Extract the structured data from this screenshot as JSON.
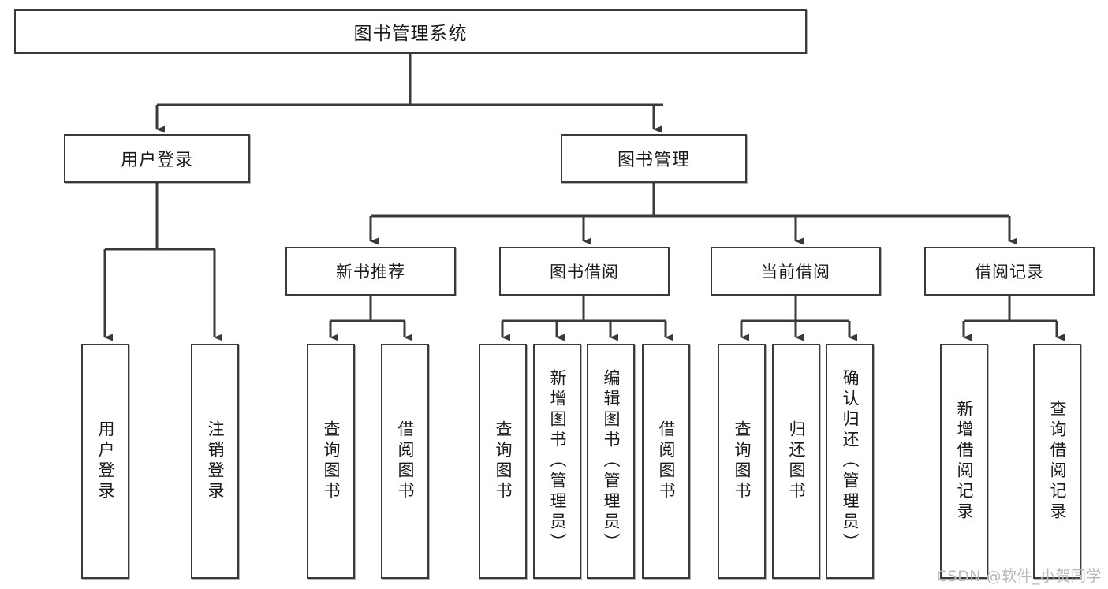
{
  "diagram": {
    "title": "图书管理系统",
    "type": "tree",
    "root": {
      "id": "root",
      "label": "图书管理系统"
    },
    "level2": [
      {
        "id": "user-login",
        "label": "用户登录"
      },
      {
        "id": "book-manage",
        "label": "图书管理"
      }
    ],
    "level3": [
      {
        "id": "new-book-recommend",
        "label": "新书推荐",
        "parent": "book-manage"
      },
      {
        "id": "book-borrow",
        "label": "图书借阅",
        "parent": "book-manage"
      },
      {
        "id": "current-borrow",
        "label": "当前借阅",
        "parent": "book-manage"
      },
      {
        "id": "borrow-record",
        "label": "借阅记录",
        "parent": "book-manage"
      }
    ],
    "leaves": {
      "user_login": [
        {
          "id": "leaf-user-login",
          "label": "用户登录"
        },
        {
          "id": "leaf-user-logout",
          "label": "注销登录"
        }
      ],
      "new_book_recommend": [
        {
          "id": "leaf-query-book-1",
          "label": "查询图书"
        },
        {
          "id": "leaf-borrow-book-1",
          "label": "借阅图书"
        }
      ],
      "book_borrow": [
        {
          "id": "leaf-query-book-2",
          "label": "查询图书"
        },
        {
          "id": "leaf-add-book",
          "label": "新增图书（管理员）"
        },
        {
          "id": "leaf-edit-book",
          "label": "编辑图书（管理员）"
        },
        {
          "id": "leaf-borrow-book-2",
          "label": "借阅图书"
        }
      ],
      "current_borrow": [
        {
          "id": "leaf-query-book-3",
          "label": "查询图书"
        },
        {
          "id": "leaf-return-book",
          "label": "归还图书"
        },
        {
          "id": "leaf-confirm-return",
          "label": "确认归还（管理员）"
        }
      ],
      "borrow_record": [
        {
          "id": "leaf-add-record",
          "label": "新增借阅记录"
        },
        {
          "id": "leaf-query-record",
          "label": "查询借阅记录"
        }
      ]
    },
    "watermark": "CSDN @软件_小贺同学",
    "colors": {
      "border": "#3a3a3a",
      "background": "#ffffff",
      "text": "#1a1a1a",
      "watermark": "#b9b9b9"
    }
  }
}
